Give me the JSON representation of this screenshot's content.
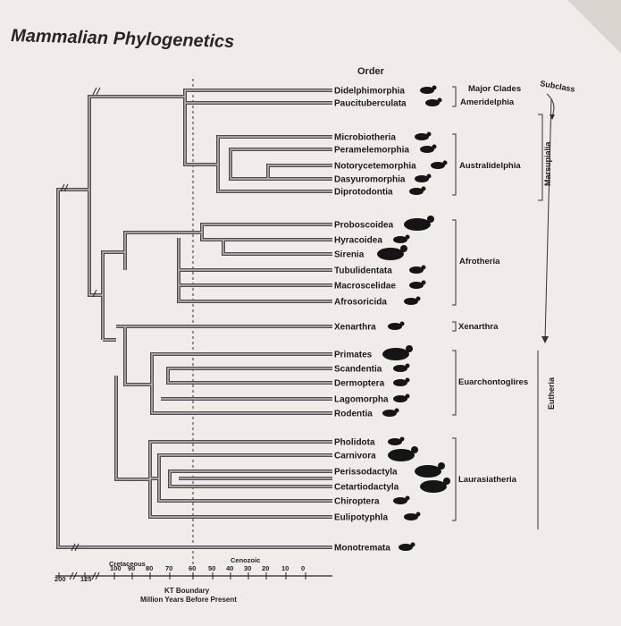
{
  "title": "Mammalian Phylogenetics",
  "order_header": "Order",
  "major_clades_header": "Major Clades",
  "subclass_header": "Subclass",
  "orders": [
    {
      "name": "Didelphimorphia",
      "icon": "opossum-icon"
    },
    {
      "name": "Paucituberculata",
      "icon": "shrew-opossum-icon"
    },
    {
      "name": "Microbiotheria",
      "icon": "monito-icon"
    },
    {
      "name": "Peramelemorphia",
      "icon": "bandicoot-icon"
    },
    {
      "name": "Notorycetemorphia",
      "icon": "marsupial-mole-icon"
    },
    {
      "name": "Dasyuromorphia",
      "icon": "quoll-icon"
    },
    {
      "name": "Diprotodontia",
      "icon": "kangaroo-icon"
    },
    {
      "name": "Proboscoidea",
      "icon": "elephant-icon"
    },
    {
      "name": "Hyracoidea",
      "icon": "hyrax-icon"
    },
    {
      "name": "Sirenia",
      "icon": "manatee-icon"
    },
    {
      "name": "Tubulidentata",
      "icon": "aardvark-icon"
    },
    {
      "name": "Macroscelidae",
      "icon": "elephant-shrew-icon"
    },
    {
      "name": "Afrosoricida",
      "icon": "tenrec-icon"
    },
    {
      "name": "Xenarthra",
      "icon": "armadillo-icon"
    },
    {
      "name": "Primates",
      "icon": "gorilla-icon"
    },
    {
      "name": "Scandentia",
      "icon": "treeshrew-icon"
    },
    {
      "name": "Dermoptera",
      "icon": "colugo-icon"
    },
    {
      "name": "Lagomorpha",
      "icon": "rabbit-icon"
    },
    {
      "name": "Rodentia",
      "icon": "rodent-icon"
    },
    {
      "name": "Pholidota",
      "icon": "pangolin-icon"
    },
    {
      "name": "Carnivora",
      "icon": "wolf-icon"
    },
    {
      "name": "Perissodactyla",
      "icon": "horse-icon"
    },
    {
      "name": "Cetartiodactyla",
      "icon": "whale-icon"
    },
    {
      "name": "Chiroptera",
      "icon": "bat-icon"
    },
    {
      "name": "Eulipotyphla",
      "icon": "hedgehog-icon"
    },
    {
      "name": "Monotremata",
      "icon": "platypus-icon"
    }
  ],
  "clades": {
    "ameridelphia": "Ameridelphia",
    "australidelphia": "Australidelphia",
    "afrotheria": "Afrotheria",
    "xenarthra": "Xenarthra",
    "euarchontoglires": "Euarchontoglires",
    "laurasiatheria": "Laurasiatheria"
  },
  "subclasses": {
    "marsupialia": "Marsupialia",
    "eutheria": "Eutheria"
  },
  "axis": {
    "ticks": [
      "200",
      "125",
      "100",
      "90",
      "80",
      "70",
      "60",
      "50",
      "40",
      "30",
      "20",
      "10",
      "0"
    ],
    "era_left": "Cretaceous",
    "era_right": "Cenozoic",
    "kt_label": "KT Boundary",
    "caption": "Million Years Before Present"
  },
  "colors": {
    "paper": "#efede9",
    "branch": "#4d4d4d",
    "ink": "#1b1b1b"
  }
}
